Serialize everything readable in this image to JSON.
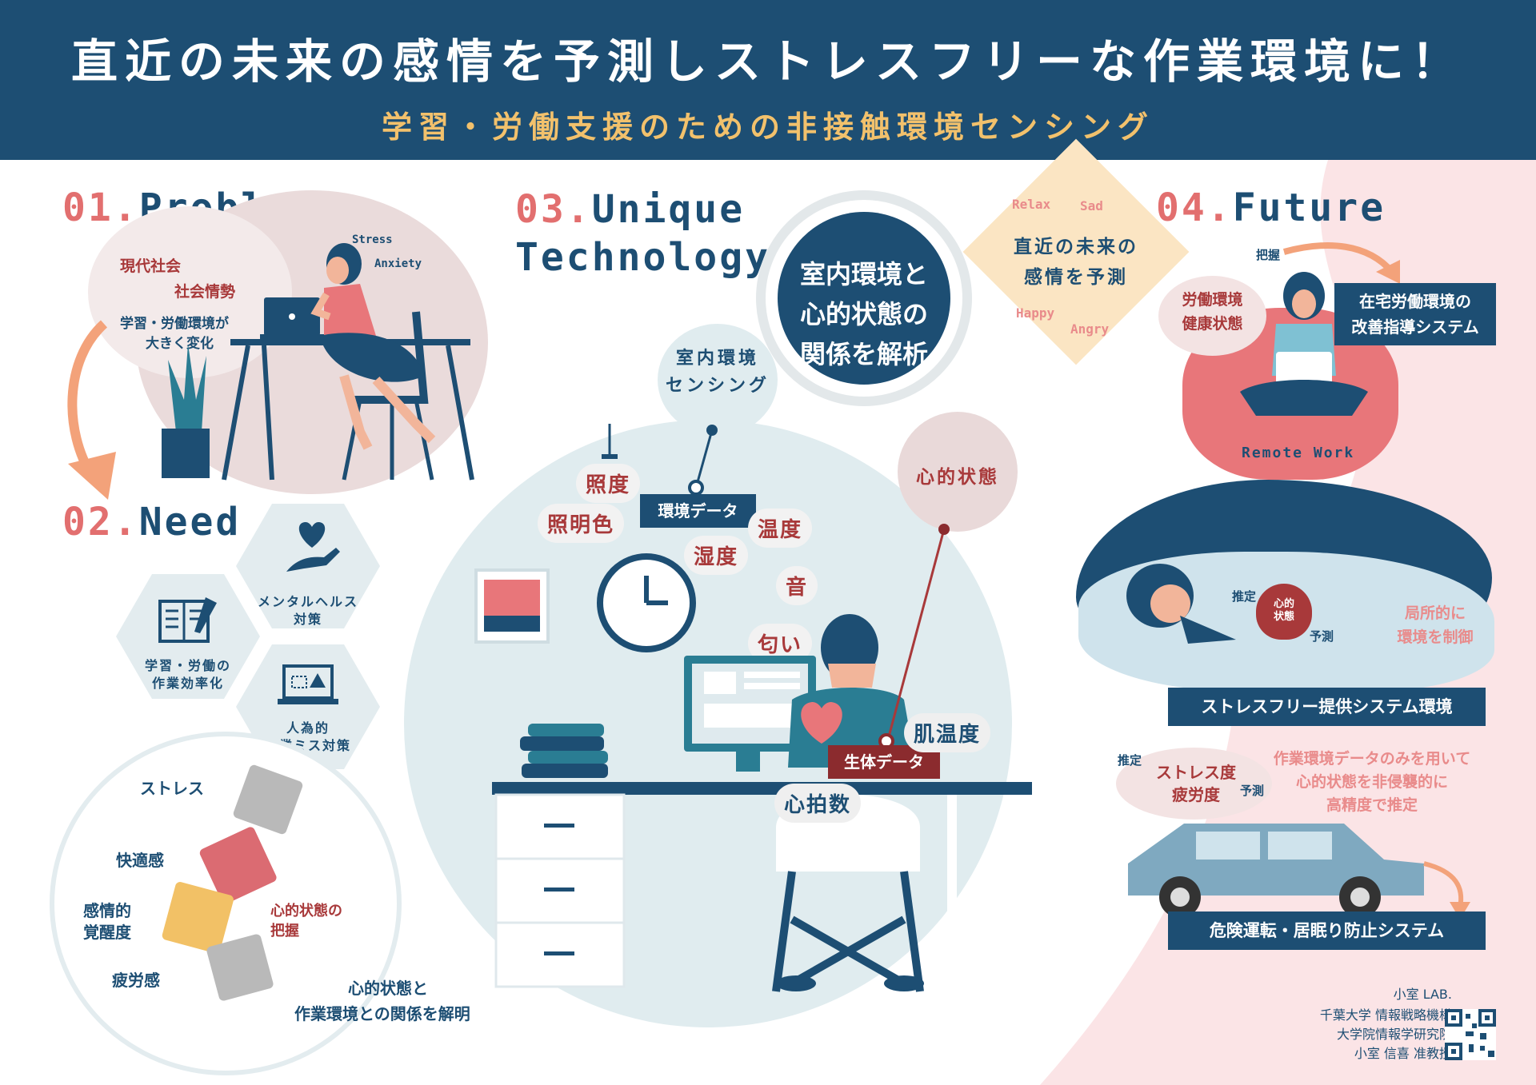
{
  "header": {
    "title": "直近の未来の感情を予測しストレスフリーな作業環境に！",
    "subtitle": "学習・労働支援のための非接触環境センシング"
  },
  "problem": {
    "num": "01.",
    "title": "Problem",
    "lines": [
      "現代社会",
      "社会情勢",
      "学習・労働環境が",
      "大きく変化"
    ],
    "stress": "Stress",
    "anxiety": "Anxiety"
  },
  "need": {
    "num": "02.",
    "title": "Need",
    "hex": [
      {
        "label1": "メンタルヘルス",
        "label2": "対策"
      },
      {
        "label1": "学習・労働の",
        "label2": "作業効率化"
      },
      {
        "label1": "人為的",
        "label2": "作業ミス対策"
      }
    ],
    "puzzle": {
      "stress": "ストレス",
      "comfort": "快適感",
      "arousal1": "感情的",
      "arousal2": "覚醒度",
      "fatigue": "疲労感",
      "grasp1": "心的状態の",
      "grasp2": "把握"
    },
    "conclusion1": "心的状態と",
    "conclusion2": "作業環境との関係を解明"
  },
  "tech": {
    "num": "03.",
    "title1": "Unique",
    "title2": "Technology",
    "center1": "室内環境と",
    "center2": "心的状態の",
    "center3": "関係を解析",
    "sensing1": "室内環境",
    "sensing2": "センシング",
    "env_data": "環境データ",
    "words": [
      "照度",
      "照明色",
      "温度",
      "湿度",
      "音",
      "匂い"
    ],
    "mental_state": "心的状態",
    "bio_data": "生体データ",
    "skin_temp": "肌温度",
    "heart_rate": "心拍数",
    "predict1": "直近の未来の",
    "predict2": "感情を予測",
    "emotions": [
      "Relax",
      "Sad",
      "Happy",
      "Angry"
    ]
  },
  "future": {
    "num": "04.",
    "title": "Future",
    "grasp": "把握",
    "labor1": "労働環境",
    "labor2": "健康状態",
    "home1": "在宅労働環境の",
    "home2": "改善指導システム",
    "remote": "Remote Work",
    "estimate": "推定",
    "heart1": "心的",
    "heart2": "状態",
    "predict": "予測",
    "local1": "局所的に",
    "local2": "環境を制御",
    "stressfree": "ストレスフリー提供システム環境",
    "estimate2": "推定",
    "stress_fatigue1": "ストレス度",
    "stress_fatigue2": "疲労度",
    "predict2": "予測",
    "car1": "作業環境データのみを用いて",
    "car2": "心的状態を非侵襲的に",
    "car3": "高精度で推定",
    "driving": "危険運転・居眠り防止システム"
  },
  "credits": {
    "lab": "小室 LAB.",
    "line1": "千葉大学 情報戦略機構",
    "line2": "大学院情報学研究院",
    "line3": "小室 信喜 准教授"
  }
}
